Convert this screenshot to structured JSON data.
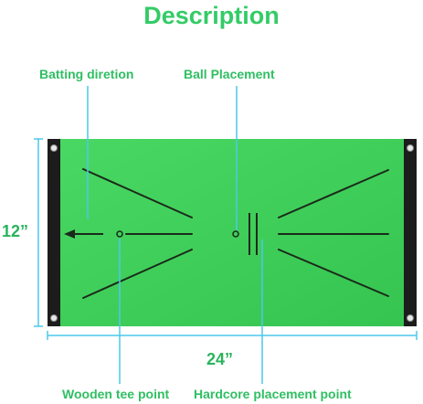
{
  "title": "Description",
  "labels": {
    "batting_direction": "Batting diretion",
    "ball_placement": "Ball Placement",
    "wooden_tee_point": "Wooden tee point",
    "hardcore_placement_point": "Hardcore placement point"
  },
  "dimensions": {
    "height": "12”",
    "width": "24”"
  },
  "colors": {
    "title_green": "#33cc66",
    "label_green": "#2fbf62",
    "mat_green": "#3fd35a",
    "leader_blue": "#4cc8ea",
    "binding_black": "#1c1c1c"
  }
}
